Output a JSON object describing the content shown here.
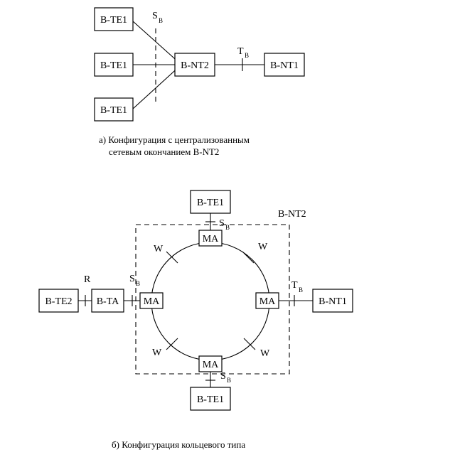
{
  "diagram_a": {
    "te1_top": "B-TE1",
    "te1_mid": "B-TE1",
    "te1_bot": "B-TE1",
    "nt2": "B-NT2",
    "nt1": "B-NT1",
    "s_ref": "S",
    "s_sub": "B",
    "t_ref": "T",
    "t_sub": "B",
    "caption_line1": "а) Конфигурация с централизованным",
    "caption_line2": "сетевым окончанием B-NT2"
  },
  "diagram_b": {
    "te1_top": "B-TE1",
    "te1_bottom": "B-TE1",
    "te2": "B-TE2",
    "ta": "B-TA",
    "nt1": "B-NT1",
    "nt2_label": "B-NT2",
    "ma_top": "MA",
    "ma_left": "MA",
    "ma_right": "MA",
    "ma_bottom": "MA",
    "w_top_left": "W",
    "w_top_right": "W",
    "w_bottom_left": "W",
    "w_bottom_right": "W",
    "r_ref": "R",
    "s_top": "S",
    "s_top_sub": "B",
    "s_left": "S",
    "s_left_sub": "B",
    "s_bottom": "S",
    "s_bottom_sub": "B",
    "t_ref": "T",
    "t_sub": "B",
    "caption": "б) Конфигурация кольцевого типа"
  }
}
